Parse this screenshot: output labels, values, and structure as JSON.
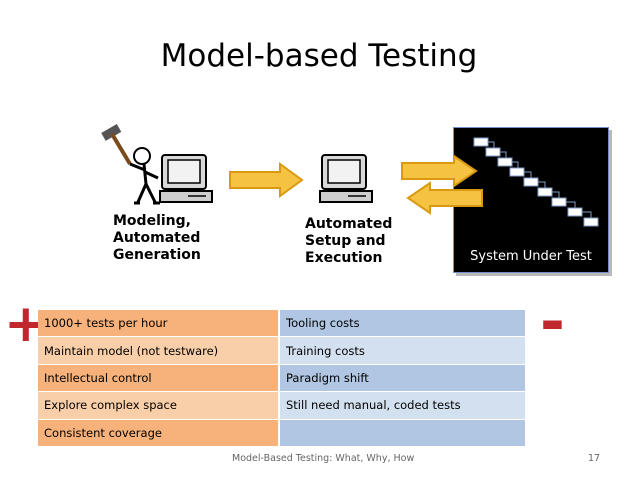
{
  "slide": {
    "title": "Model-based Testing",
    "footer_text": "Model-Based Testing: What, Why, How",
    "page_number": "17"
  },
  "diagram": {
    "step1_label": "Modeling,\nAutomated\nGeneration",
    "step2_label": "Automated\nSetup and\nExecution",
    "sut_label": "System Under Test"
  },
  "comparison": {
    "plus_sign": "+",
    "minus_sign": "-",
    "rows": [
      {
        "pro": "1000+ tests per hour",
        "con": "Tooling costs"
      },
      {
        "pro": "Maintain model (not testware)",
        "con": "Training costs"
      },
      {
        "pro": "Intellectual control",
        "con": "Paradigm shift"
      },
      {
        "pro": "Explore complex space",
        "con": "Still need manual, coded tests"
      },
      {
        "pro": "Consistent coverage",
        "con": ""
      }
    ]
  },
  "colors": {
    "arrow_fill": "#f5c242",
    "arrow_stroke": "#d99a12",
    "sign_color": "#c0282d"
  },
  "icons": [
    "hammer-figure-icon",
    "computer-icon",
    "computer-icon",
    "flow-chart-icon",
    "right-arrow-icon",
    "left-arrow-icon"
  ]
}
